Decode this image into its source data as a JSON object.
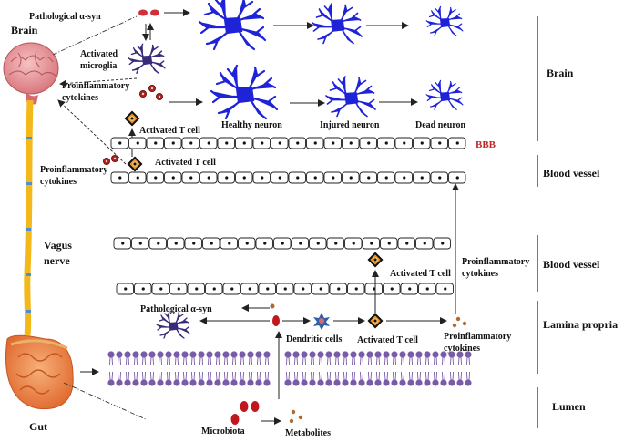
{
  "labels": {
    "brain": "Brain",
    "gut": "Gut",
    "vagus_line1": "Vagus",
    "vagus_line2": "nerve",
    "pathological_asyn_top": "Pathological α-syn",
    "activated_microglia_line1": "Activated",
    "activated_microglia_line2": "microglia",
    "proinflam_brain_line1": "Proinflammatory",
    "proinflam_brain_line2": "cytokines",
    "activated_tcell_brain": "Activated T cell",
    "healthy_neuron": "Healthy neuron",
    "injured_neuron": "Injured neuron",
    "dead_neuron": "Dead neuron",
    "bbb": "BBB",
    "proinflam_left_line1": "Proinflammatory",
    "proinflam_left_line2": "cytokines",
    "activated_tcell_vessel": "Activated T cell",
    "activated_tcell_gut_vessel": "Activated T cell",
    "proinflam_right_line1": "Proinflammatory",
    "proinflam_right_line2": "cytokines",
    "pathological_asyn_gut": "Pathological α-syn",
    "dendritic_cells": "Dendritic cells",
    "activated_tcell_lamina": "Activated T cell",
    "proinflam_lamina_line1": "Proinflammatory",
    "proinflam_lamina_line2": "cytokines",
    "microbiota": "Microbiota",
    "metabolites": "Metabolites"
  },
  "regions": {
    "brain": "Brain",
    "blood_vessel_top": "Blood vessel",
    "blood_vessel_bottom": "Blood vessel",
    "lamina_propria": "Lamina propria",
    "lumen": "Lumen"
  },
  "colors": {
    "neuron": "#1f23d8",
    "microglia": "#3a2a7a",
    "asyn": "#d0303a",
    "cytokine": "#b0221c",
    "tcell_fill": "#e8902a",
    "tcell_border": "#111111",
    "bbb": "#c0282a",
    "membrane": "#7a5ba8",
    "brain_pink": "#e89a9e",
    "gut_orange": "#f08a4a",
    "nerve_yellow": "#f3b81a",
    "dendritic": "#2f5fa8",
    "metabolite": "#b4682a"
  }
}
